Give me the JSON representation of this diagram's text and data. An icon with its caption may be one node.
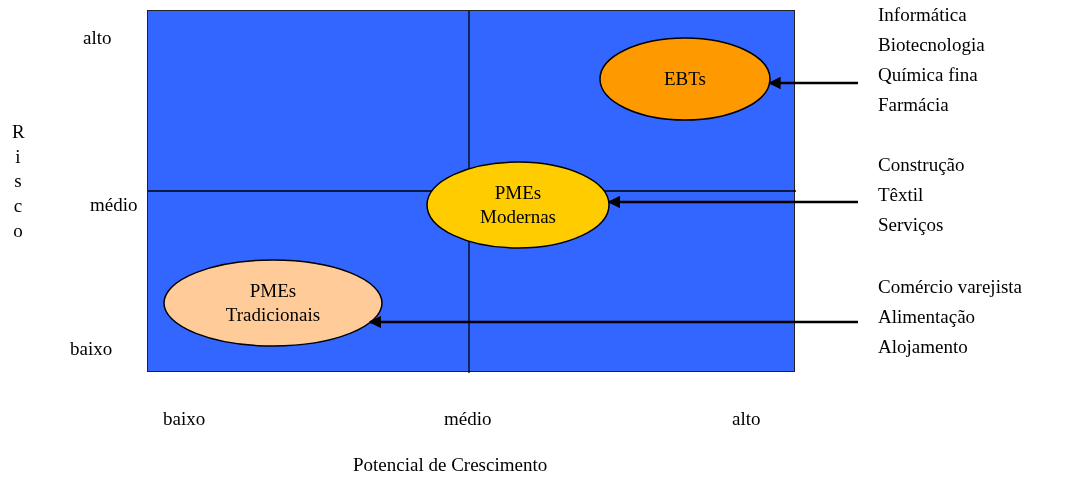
{
  "diagram": {
    "nodes": [
      {
        "text": [],
        "shape": "box"
      },
      {
        "text": [
          "EBTs"
        ],
        "in": 0
      },
      {
        "text": [
          "PMEs Modernas"
        ],
        "in": 0
      },
      {
        "text": [
          "PMEs Tradicionais"
        ],
        "in": 0
      },
      {
        "text": [
          "Informática",
          "Biotecnologia",
          "Química fina",
          "Farmácia"
        ]
      },
      {
        "text": [
          "Construção",
          "Têxtil",
          "Serviços"
        ]
      },
      {
        "text": [
          "Comércio varejista",
          "Alimentação",
          "Alojamento"
        ]
      }
    ],
    "edges": [
      {
        "from": 4,
        "to": 1,
        "arrow": "to"
      },
      {
        "from": 5,
        "to": 2,
        "arrow": "to"
      },
      {
        "from": 6,
        "to": 3,
        "arrow": "to"
      }
    ],
    "labels": [
      "alto",
      "Risco",
      "médio",
      "baixo",
      "baixo",
      "médio",
      "alto",
      "Potencial de Crescimento"
    ]
  }
}
